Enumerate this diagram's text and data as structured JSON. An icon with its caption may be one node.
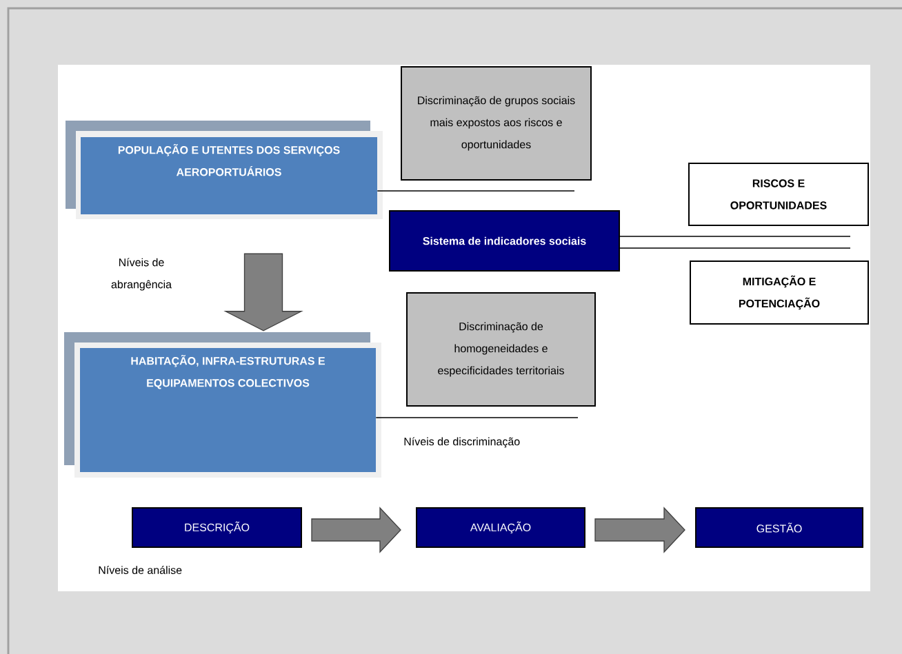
{
  "diagram": {
    "nodes": [
      {
        "text": [
          "POPULAÇÃO E UTENTES DOS SERVIÇOS AEROPORTUÁRIOS"
        ]
      },
      {
        "text": [
          "Discriminação de grupos sociais mais expostos aos riscos e oportunidades"
        ]
      },
      {
        "text": [
          "RISCOS E OPORTUNIDADES"
        ]
      },
      {
        "text": [
          "Sistema de indicadores sociais"
        ]
      },
      {
        "text": [
          "MITIGAÇÃO E POTENCIAÇÃO"
        ]
      },
      {
        "text": [
          "HABITAÇÃO, INFRA-ESTRUTURAS E EQUIPAMENTOS COLECTIVOS"
        ]
      },
      {
        "text": [
          "Discriminação de homogeneidades e especificidades territoriais"
        ]
      },
      {
        "text": [
          "DESCRIÇÃO"
        ]
      },
      {
        "text": [
          "AVALIAÇÃO"
        ]
      },
      {
        "text": [
          "GESTÃO"
        ]
      }
    ],
    "edges": [
      {
        "from": 0,
        "to": 5,
        "arrow": "to",
        "style": "thick",
        "color": "#808080"
      },
      {
        "from": 0,
        "to": null,
        "arrow": "none"
      },
      {
        "from": 3,
        "to": null,
        "arrow": "none"
      },
      {
        "from": 3,
        "to": null,
        "arrow": "none"
      },
      {
        "from": 5,
        "to": null,
        "arrow": "none"
      },
      {
        "from": 7,
        "to": 8,
        "arrow": "to",
        "style": "thick",
        "color": "#808080"
      },
      {
        "from": 8,
        "to": 9,
        "arrow": "to",
        "style": "thick",
        "color": "#808080"
      }
    ],
    "labels": [
      "Níveis de abrangência",
      "Níveis de discriminação",
      "Níveis de análise"
    ]
  }
}
